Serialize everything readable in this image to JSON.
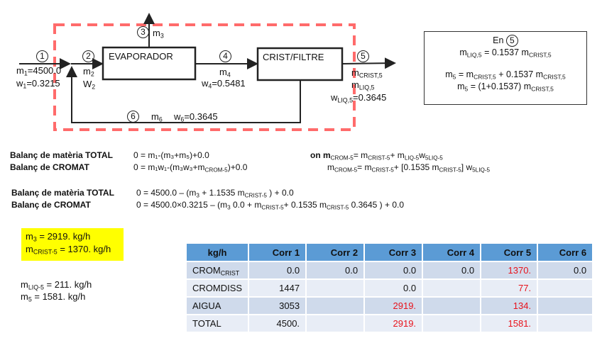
{
  "diagram": {
    "units": {
      "evaporator": "EVAPORADOR",
      "crystallizer": "CRIST/FILTRE"
    },
    "stream_numbers": [
      "1",
      "2",
      "3",
      "4",
      "5",
      "6"
    ],
    "stream1": {
      "m": "=4500.0",
      "w": "=0.3215"
    },
    "stream2": {
      "m": "m",
      "m_sub": "2",
      "w": "W",
      "w_sub": "2"
    },
    "stream3": {
      "m": "m",
      "m_sub": "3"
    },
    "stream4": {
      "m": "m",
      "m_sub": "4",
      "w": "=0.5481"
    },
    "stream5": {
      "m_crist_sub": "CRIST,5",
      "m_liq_sub": "LIQ,5",
      "w_liq_sub": "LIQ,5",
      "w_liq": "=0.3645"
    },
    "stream6": {
      "m_sub": "6",
      "w": "=0.3645"
    },
    "colors": {
      "boundary": "#ff6b6b",
      "lines": "#222222"
    }
  },
  "infobox": {
    "title": "En",
    "circle": "5",
    "line1": {
      "lhs_sub": "LIQ,5",
      "rhs": " = 0.1537 m",
      "rhs_sub": "CRIST,5"
    },
    "line2": {
      "lhs_sub": "5",
      "mid": " =  m",
      "mid_sub": "CRIST,5",
      "rhs": " + 0.1537 m",
      "rhs_sub": "CRIST,5"
    },
    "line3": {
      "lhs_sub": "5",
      "rhs": " = (1+0.1537) m",
      "rhs_sub": "CRIST,5"
    }
  },
  "equations": {
    "label_total": "Balanç de matèria TOTAL",
    "label_cromat": "Balanç de CROMAT",
    "eq1_total": "0 = m₁-(m₃+m₅)+0.0",
    "eq1_cromat_a": "0 = m₁w₁-(m₃w₃+m",
    "eq1_cromat_sub": "CROM-5",
    "eq1_cromat_b": ")+0.0",
    "on_a": "on m",
    "on_sub1": "CROM-5",
    "on_b": "= m",
    "on_sub2": "CRIST-5",
    "on_c": "+ m",
    "on_sub3": "LIQ-5",
    "on_d": "w",
    "on_sub4": "5LIQ-5",
    "on2_a": "m",
    "on2_sub1": "CROM-5",
    "on2_b": "= m",
    "on2_sub2": "CRIST-5",
    "on2_c": "+ [0.1535 m",
    "on2_sub3": "CRIST-5",
    "on2_d": "] w",
    "on2_sub4": "5LIQ-5",
    "eq2_total_a": "0 = 4500.0 – (m",
    "eq2_total_sub1": "3",
    "eq2_total_b": " + 1.1535 m",
    "eq2_total_sub2": "CRIST-5",
    "eq2_total_c": " ) + 0.0",
    "eq2_cromat_a": "0 = 4500.0×0.3215 – (m",
    "eq2_cromat_sub1": "3",
    "eq2_cromat_b": " 0.0 + m",
    "eq2_cromat_sub2": "CRIST-5",
    "eq2_cromat_c": "+ 0.1535 m",
    "eq2_cromat_sub3": "CRIST-5",
    "eq2_cromat_d": " 0.3645 ) + 0.0"
  },
  "results": {
    "m3_sub": "3",
    "m3_value": " = 2919. kg/h",
    "mcrist_sub": "CRIST-5",
    "mcrist_value": " = 1370. kg/h",
    "mliq_sub": "LIQ-5",
    "mliq_value": "  = 211. kg/h",
    "m5_sub": "5",
    "m5_value": "  = 1581. kg/h",
    "highlight_color": "#ffff00"
  },
  "table": {
    "headers": [
      "kg/h",
      "Corr 1",
      "Corr 2",
      "Corr 3",
      "Corr 4",
      "Corr 5",
      "Corr 6"
    ],
    "rows": [
      {
        "label": "CROM",
        "label_sub": "CRIST",
        "cells": [
          "0.0",
          "0.0",
          "0.0",
          "0.0",
          "1370.",
          "0.0"
        ],
        "red": [
          false,
          false,
          false,
          false,
          true,
          false
        ]
      },
      {
        "label": "CROMDISS",
        "label_sub": "",
        "cells": [
          "1447",
          "",
          "0.0",
          "",
          "77.",
          ""
        ],
        "red": [
          false,
          false,
          false,
          false,
          true,
          false
        ]
      },
      {
        "label": "AIGUA",
        "label_sub": "",
        "cells": [
          "3053",
          "",
          "2919.",
          "",
          "134.",
          ""
        ],
        "red": [
          false,
          false,
          true,
          false,
          true,
          false
        ]
      },
      {
        "label": "TOTAL",
        "label_sub": "",
        "cells": [
          "4500.",
          "",
          "2919.",
          "",
          "1581.",
          ""
        ],
        "red": [
          false,
          false,
          true,
          false,
          true,
          false
        ]
      }
    ],
    "header_color": "#5b9bd5",
    "row_color_a": "#cfdaeb",
    "row_color_b": "#e8edf6",
    "highlight_text_color": "#e8121b"
  }
}
